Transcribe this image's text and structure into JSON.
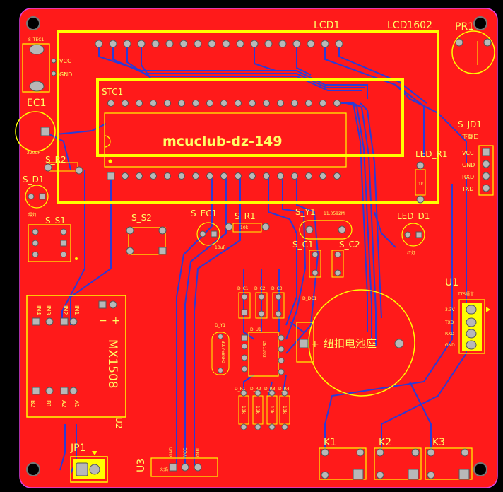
{
  "labels": {
    "lcd1": "LCD1",
    "lcd1602": "LCD1602",
    "pr1": "PR1",
    "s_tec1": "S_TEC1",
    "vcc_a": "VCC",
    "gnd_a": "GND",
    "ec1": "EC1",
    "ec1_val": "220uF",
    "stc1": "STC1",
    "chip_text": "mcuclub-dz-149",
    "s_r2": "S_R2",
    "s_d1": "S_D1",
    "s_d1_sub": "绿灯",
    "s_s1": "S_S1",
    "s_s2": "S_S2",
    "s_ec1": "S_EC1",
    "s_ec1_val": "10uF",
    "s_r1": "S_R1",
    "s_r1_val": "10k",
    "s_y1": "S_Y1",
    "s_y1_val": "11.0592M",
    "s_c1": "S_C1",
    "s_c2": "S_C2",
    "led_r1": "LED_R1",
    "led_r1_val": "1k",
    "led_d1": "LED_D1",
    "led_d1_sub": "红灯",
    "s_jd1": "S_JD1",
    "s_jd1_sub": "下载口",
    "jd_vcc": "VCC",
    "jd_gnd": "GND",
    "jd_rxd": "RXD",
    "jd_txd": "TXD",
    "u1": "U1",
    "u1_sub": "TTS语音",
    "u1_p1": "3.3V",
    "u1_p2": "TXD",
    "u1_p3": "RXD",
    "u1_p4": "GND",
    "in4": "IN4",
    "in3": "IN3",
    "in2": "IN2",
    "in1": "IN1",
    "mx1508": "MX1508",
    "u2": "U2",
    "b2": "B2",
    "b1": "B1",
    "a2": "A2",
    "a1": "A1",
    "minus": "−",
    "plus": "+",
    "d_c1": "D_C1",
    "d_c2": "D_C2",
    "d_c3": "D_C3",
    "d_dc1": "D_DC1",
    "d_y1": "D_Y1",
    "d_y1_val": "32.768kHz",
    "d_u1": "D_U1",
    "d_u1_val": "DS1302",
    "battery": "纽扣电池座",
    "d_r1": "D_R1",
    "d_r2": "D_R2",
    "d_r3": "D_R3",
    "d_r4": "D_R4",
    "r_val": "10k",
    "k1": "K1",
    "k2": "K2",
    "k3": "K3",
    "jp1": "JP1",
    "u3": "U3",
    "u3_p1": "GND",
    "u3_p2": "VCC",
    "u3_p3": "OUT",
    "u3_sub": "火焰"
  },
  "colors": {
    "board": "#ff1a1a",
    "silk": "#ffff00",
    "trace": "#2b3bd6",
    "pad": "#b8b8b8",
    "outline": "#e040e0",
    "background": "#000000"
  }
}
